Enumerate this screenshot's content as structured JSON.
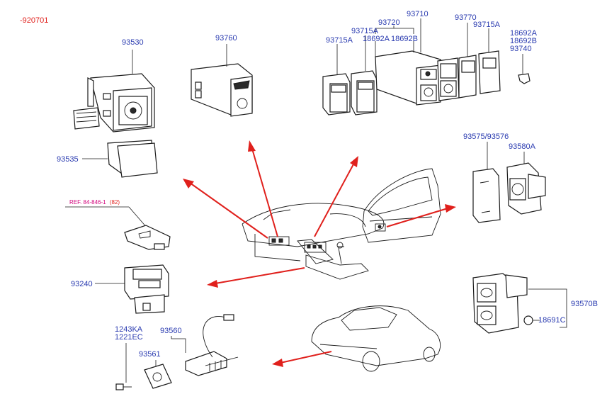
{
  "header": {
    "code": "-920701"
  },
  "labels": {
    "p93530": "93530",
    "p93535": "93535",
    "p93760": "93760",
    "p93715a_left": "93715A",
    "p93715a_mid": "93715A",
    "p18692a_mid": "18692A",
    "p93720": "93720",
    "p18692b_mid": "18692B",
    "p93710": "93710",
    "p93770": "93770",
    "p93715a_right": "93715A",
    "p18692a_r": "18692A",
    "p18692b_r": "18692B",
    "p93740": "93740",
    "p93575": "93575/93576",
    "p93580a": "93580A",
    "ref_prefix": "REF. 84-846-1",
    "ref_suffix": "(82)",
    "p93240": "93240",
    "p1243ka": "1243KA",
    "p1221ec": "1221EC",
    "p93560": "93560",
    "p93561": "93561",
    "p93570b": "93570B",
    "p18691c": "18691C"
  },
  "colors": {
    "label": "#2a3bb0",
    "arrow": "#e0201c",
    "header": "#e0201c",
    "reference": "#d1007a"
  }
}
